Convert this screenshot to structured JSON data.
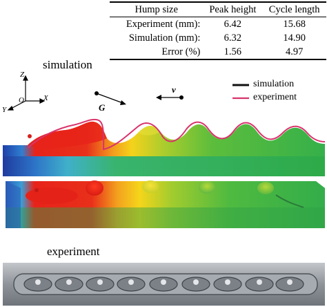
{
  "table": {
    "headers": [
      "Hump size",
      "Peak height",
      "Cycle length"
    ],
    "rows": [
      {
        "label": "Experiment (mm):",
        "peak": "6.42",
        "cycle": "15.68"
      },
      {
        "label": "Simulation (mm):",
        "peak": "6.32",
        "cycle": "14.90"
      },
      {
        "label": "Error  (%)",
        "peak": "1.56",
        "cycle": "4.97"
      }
    ]
  },
  "labels": {
    "simulation_title": "simulation",
    "experiment_title": "experiment",
    "gravity": "G",
    "velocity": "v"
  },
  "axes": {
    "z": "Z",
    "x": "X",
    "y": "Y",
    "origin": "O"
  },
  "legend": [
    {
      "label": "simulation",
      "color": "#111111"
    },
    {
      "label": "experiment",
      "color": "#d9336c"
    }
  ],
  "colors": {
    "hot": "#e8231a",
    "warm": "#f5d21a",
    "mid": "#9ccc30",
    "cool": "#35b04a",
    "cold": "#2a5bb8",
    "experiment_line": "#d9336c",
    "weld_metal": "#8f949b"
  }
}
